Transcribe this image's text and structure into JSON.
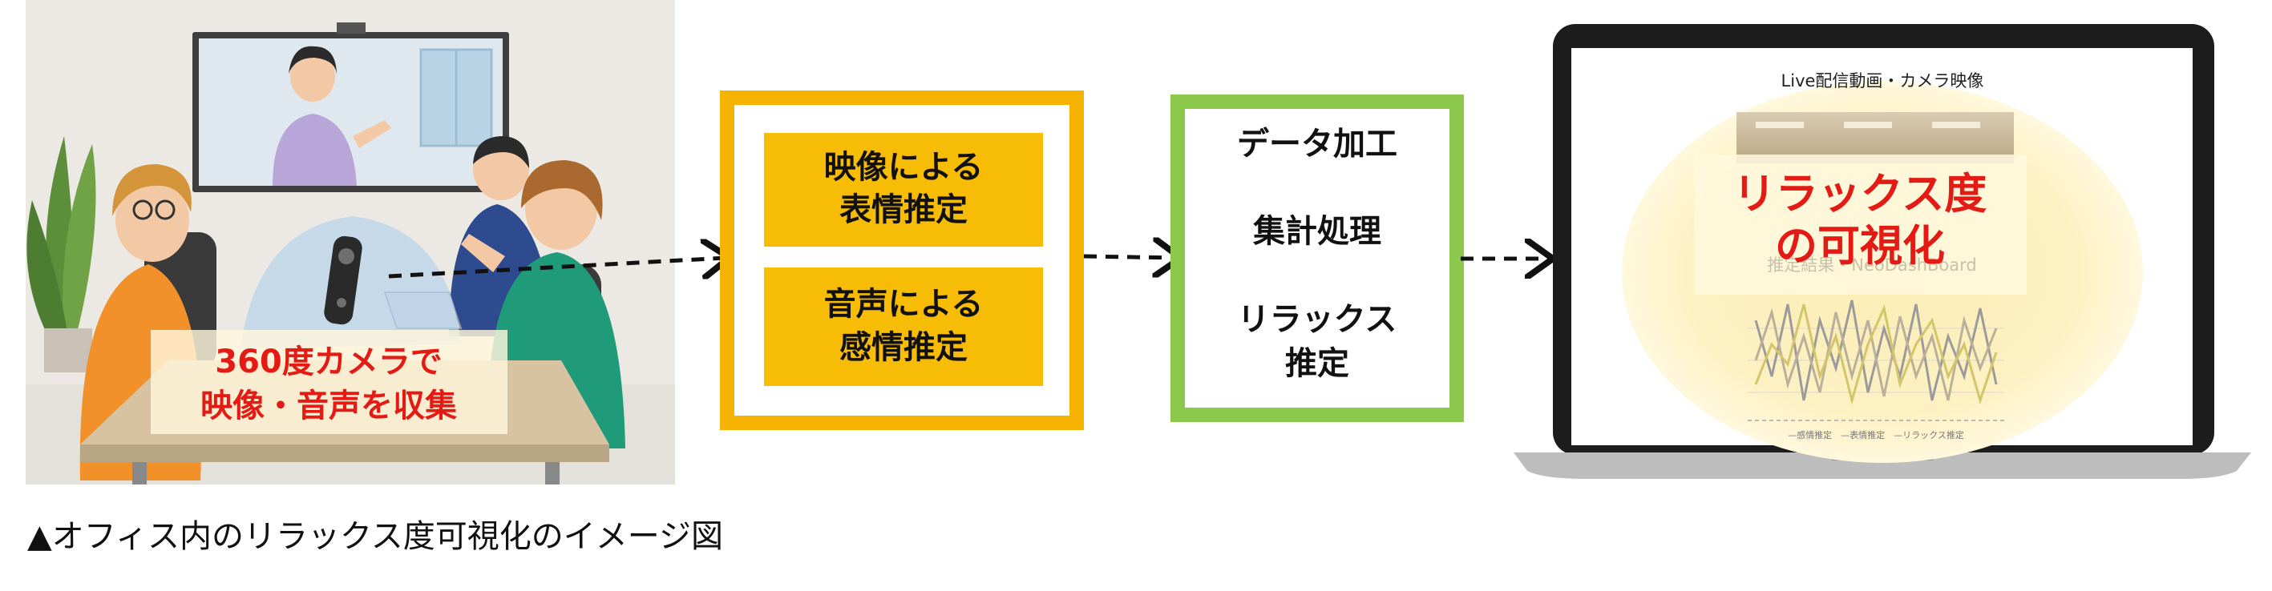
{
  "colors": {
    "office_bg": "#ece9e4",
    "tv_screen": "#dfe8ef",
    "frame_orange": "#f6b301",
    "box_orange": "#f7bc06",
    "frame_green": "#8cc84b",
    "highlight_red": "#e41b14",
    "laptop_body": "#1c1c1c",
    "glow_yellow": "#fbe9a8"
  },
  "scene": {
    "label_line1": "360度カメラで",
    "label_line2": "映像・音声を収集"
  },
  "analysis": {
    "box1_line1": "映像による",
    "box1_line2": "表情推定",
    "box2_line1": "音声による",
    "box2_line2": "感情推定"
  },
  "processing": {
    "step1": "データ加工",
    "step2": "集計処理",
    "step3_line1": "リラックス",
    "step3_line2": "推定"
  },
  "laptop": {
    "screen_title": "Live配信動画・カメラ映像",
    "overlay_line1": "リラックス度",
    "overlay_line2": "の可視化",
    "chart_caption": "推定結果・NeoDashBoard",
    "legend": "—感情推定　—表情推定　—リラックス推定"
  },
  "caption": "▲オフィス内のリラックス度可視化のイメージ図"
}
